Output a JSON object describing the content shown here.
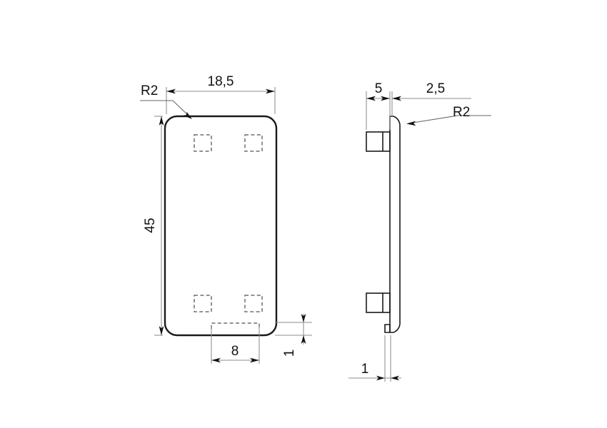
{
  "drawing": {
    "title": "Mechanical part technical drawing",
    "units_note": "",
    "background_color": "#ffffff",
    "line_color": "#1a1a1a",
    "dimension_color": "#8c8c8c",
    "text_color": "#111111",
    "views": [
      {
        "name": "front-view",
        "description": "Rounded rectangular plate with four hidden square tabs and a hidden slot at the bottom edge"
      },
      {
        "name": "side-view",
        "description": "Thin plate profile with rounded outer edge and two protruding tabs"
      }
    ],
    "dimensions": {
      "front_width": "18,5",
      "front_height": "45",
      "front_corner_radius": "R2",
      "front_slot_width": "8",
      "front_slot_depth": "1",
      "side_tab_length": "5",
      "side_plate_thickness": "2,5",
      "side_corner_radius": "R2",
      "side_bottom_thickness": "1"
    },
    "labels": {
      "width_18_5": "18,5",
      "height_45": "45",
      "radius_front": "R2",
      "slot_8": "8",
      "depth_1": "1",
      "tab_5": "5",
      "thickness_2_5": "2,5",
      "radius_side": "R2",
      "bottom_1": "1"
    }
  }
}
